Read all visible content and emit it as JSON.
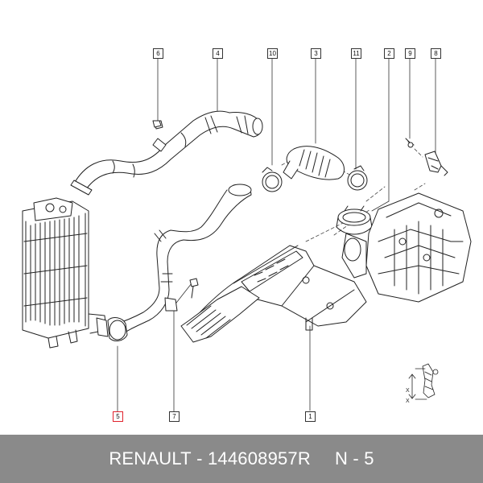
{
  "callouts": {
    "c1": "1",
    "c2": "2",
    "c3": "3",
    "c4": "4",
    "c5": "5",
    "c6": "6",
    "c7": "7",
    "c8": "8",
    "c9": "9",
    "c10": "10",
    "c11": "11"
  },
  "highlighted_part": "5",
  "footer": {
    "brand": "RENAULT",
    "separator": "-",
    "part_number": "144608957R",
    "position": "N - 5"
  },
  "detail_labels": {
    "x1": "X",
    "x2": "X"
  },
  "colors": {
    "line": "#222222",
    "highlight": "#e0222d",
    "footer_bg": "#8a8a8a",
    "footer_text": "#ffffff"
  }
}
